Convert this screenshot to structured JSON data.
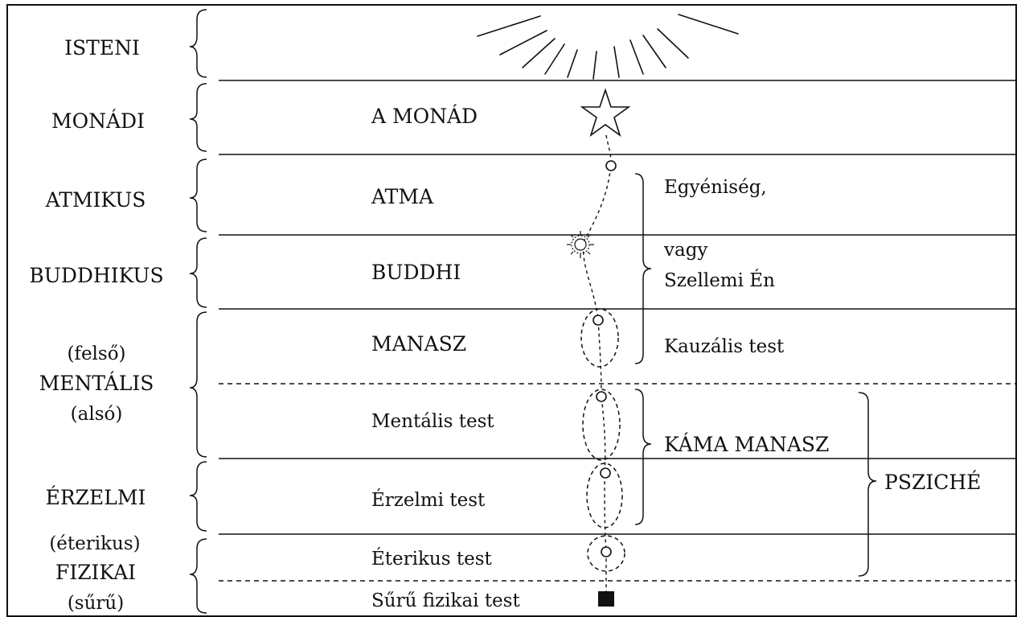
{
  "planes": [
    {
      "id": "isteni",
      "lines": [
        "ISTENI"
      ],
      "content": ""
    },
    {
      "id": "monadi",
      "lines": [
        "MONÁDI"
      ],
      "content": "A MONÁD"
    },
    {
      "id": "atmikus",
      "lines": [
        "ATMIKUS"
      ],
      "content": "ATMA"
    },
    {
      "id": "buddhikus",
      "lines": [
        "BUDDHIKUS"
      ],
      "content": "BUDDHI"
    },
    {
      "id": "mentalis",
      "lines": [
        "(felső)",
        "MENTÁLIS",
        "(alsó)"
      ],
      "content": "MANASZ",
      "content_lower": "Mentális test"
    },
    {
      "id": "erzelmi",
      "lines": [
        "ÉRZELMI"
      ],
      "content": "Érzelmi test"
    },
    {
      "id": "fizikai",
      "lines": [
        "(éterikus)",
        "FIZIKAI",
        "(sűrű)"
      ],
      "content": "Éterikus test",
      "content_lower": "Sűrű fizikai test"
    }
  ],
  "groups": {
    "individuality": {
      "line1": "Egyéniség,",
      "line2": "vagy",
      "line3": "Szellemi Én"
    },
    "causal": "Kauzális test",
    "kama_manasz": "KÁMA MANASZ",
    "psyche": "PSZICHÉ"
  },
  "symbols": {
    "sun": "sun-rays-icon",
    "monad": "star-icon",
    "buddhi": "radiant-sun-icon",
    "atom": "small-circle-icon",
    "aura": "dashed-oval-icon",
    "dense": "black-square-icon"
  },
  "colors": {
    "ink": "#111111",
    "paper": "#ffffff"
  }
}
